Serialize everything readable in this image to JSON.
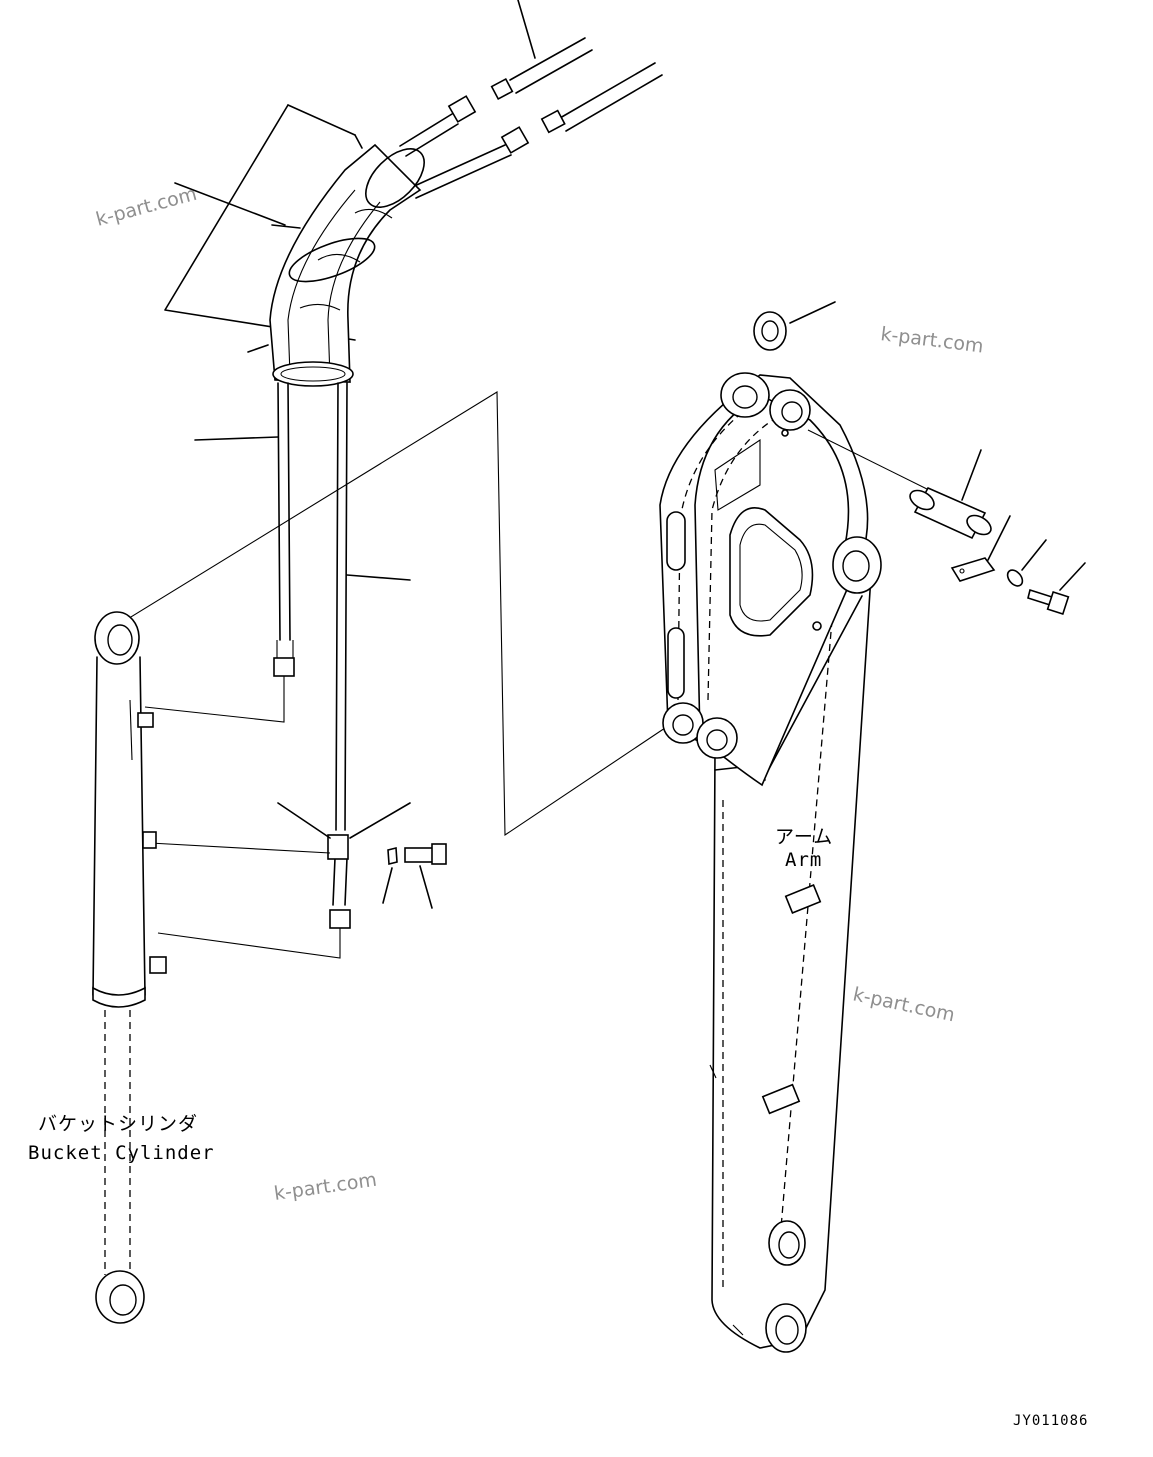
{
  "labels": {
    "arm_jp": "アーム",
    "arm_en": "Arm",
    "cylinder_jp": "バケットシリンダ",
    "cylinder_en": "Bucket Cylinder",
    "drawing_code": "JY011086"
  },
  "watermarks": [
    "k-part.com",
    "k-part.com",
    "k-part.com",
    "k-part.com"
  ]
}
